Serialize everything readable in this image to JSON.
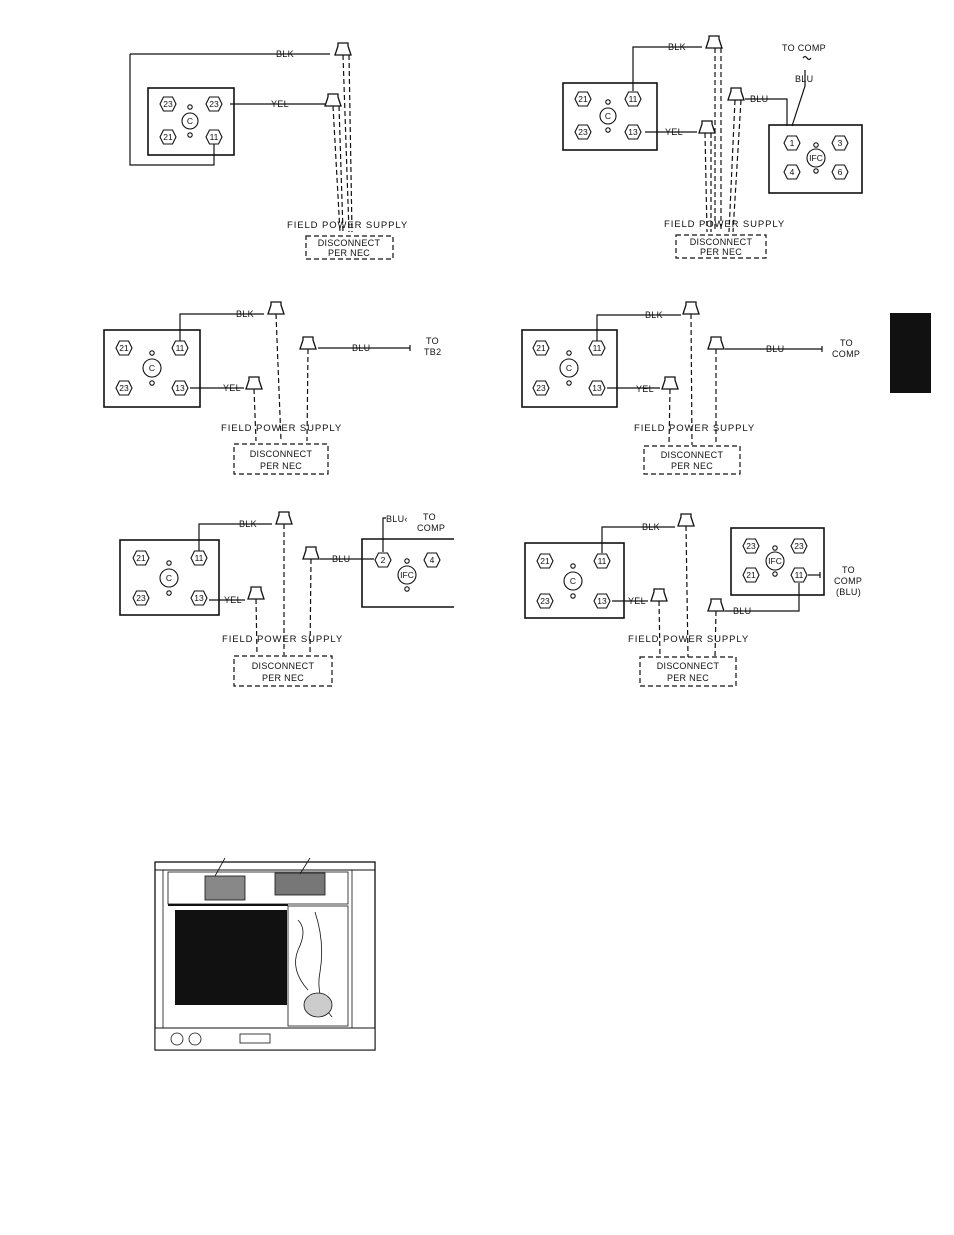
{
  "wires": {
    "blk": "BLK",
    "yel": "YEL",
    "blu": "BLU",
    "blu_arrow": "BLU‹"
  },
  "supply": {
    "field": "FIELD POWER SUPPLY",
    "disc1": "DISCONNECT",
    "disc2": "PER NEC"
  },
  "contactor": {
    "center": "C",
    "t11": "11",
    "t13": "13",
    "t21": "21",
    "t23": "23"
  },
  "ifc": {
    "center": "IFC",
    "t1": "1",
    "t2": "2",
    "t3": "3",
    "t4": "4",
    "t6": "6",
    "t11": "11",
    "t21": "21",
    "t23": "23"
  },
  "dest": {
    "to_comp": "TO COMP",
    "to": "TO",
    "tb2": "TB2",
    "comp": "COMP",
    "comp_blu": "(BLU)"
  }
}
